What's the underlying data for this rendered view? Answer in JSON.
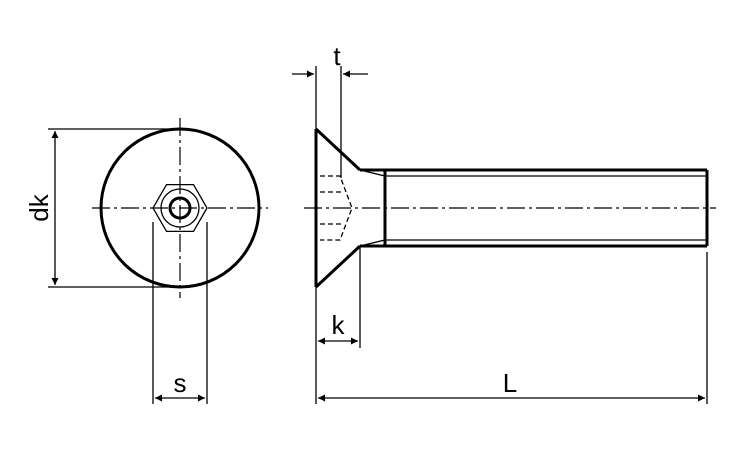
{
  "labels": {
    "head_diameter": "dk",
    "socket_depth": "t",
    "hex_width": "s",
    "head_height": "k",
    "length": "L"
  }
}
